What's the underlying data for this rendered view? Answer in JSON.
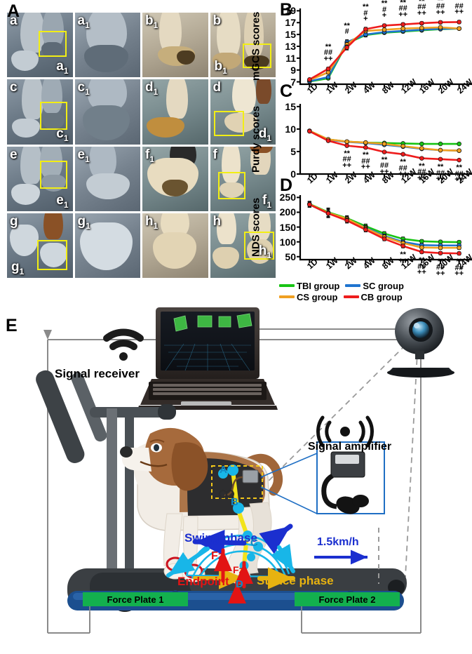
{
  "panels": {
    "A": "A",
    "B": "B",
    "C": "C",
    "D": "D",
    "E": "E"
  },
  "panelA": {
    "cells": [
      {
        "label": "a",
        "sub": "",
        "pos": "tl",
        "tone": "p-grey"
      },
      {
        "label": "a",
        "sub": "1",
        "pos": "tl",
        "tone": "p-grey2"
      },
      {
        "label": "b",
        "sub": "1",
        "pos": "tl",
        "tone": "p-tan"
      },
      {
        "label": "b",
        "sub": "",
        "pos": "tl",
        "tone": "p-tan"
      },
      {
        "label": "c",
        "sub": "",
        "pos": "tl",
        "tone": "p-grey"
      },
      {
        "label": "c",
        "sub": "1",
        "pos": "tl",
        "tone": "p-grey2"
      },
      {
        "label": "d",
        "sub": "1",
        "pos": "tl",
        "tone": "p-teal"
      },
      {
        "label": "d",
        "sub": "",
        "pos": "tl",
        "tone": "p-teal"
      },
      {
        "label": "e",
        "sub": "",
        "pos": "tl",
        "tone": "p-grey"
      },
      {
        "label": "e",
        "sub": "1",
        "pos": "tl",
        "tone": "p-grey2"
      },
      {
        "label": "f",
        "sub": "1",
        "pos": "tl",
        "tone": "p-teal"
      },
      {
        "label": "f",
        "sub": "",
        "pos": "tl",
        "tone": "p-teal"
      },
      {
        "label": "g",
        "sub": "",
        "pos": "tl",
        "tone": "p-grey"
      },
      {
        "label": "g",
        "sub": "1",
        "pos": "tl",
        "tone": "p-grey2"
      },
      {
        "label": "h",
        "sub": "1",
        "pos": "tl",
        "tone": "p-tan"
      },
      {
        "label": "h",
        "sub": "",
        "pos": "tl",
        "tone": "p-teal"
      }
    ],
    "inset_labels": [
      {
        "label": "a",
        "sub": "1"
      },
      {
        "label": "b",
        "sub": "1"
      },
      {
        "label": "c",
        "sub": "1"
      },
      {
        "label": "d",
        "sub": "1"
      },
      {
        "label": "e",
        "sub": "1"
      },
      {
        "label": "f",
        "sub": "1"
      },
      {
        "label": "g",
        "sub": "1"
      },
      {
        "label": "h",
        "sub": "1"
      }
    ],
    "highlight_color": "#f2ee14"
  },
  "legend": {
    "items": [
      {
        "name": "TBI group",
        "color": "#18c414"
      },
      {
        "name": "SC group",
        "color": "#1f74d0"
      },
      {
        "name": "CS group",
        "color": "#f0a022"
      },
      {
        "name": "CB group",
        "color": "#ee1c1c"
      }
    ]
  },
  "chart_data": [
    {
      "id": "B",
      "type": "line",
      "title": "B",
      "ylabel": "mGCS scores",
      "xlabel": "",
      "categories": [
        "1D",
        "1W",
        "2W",
        "4W",
        "8W",
        "12W",
        "16W",
        "20W",
        "24W"
      ],
      "yticks": [
        7,
        9,
        11,
        13,
        15,
        17,
        19
      ],
      "ylim": [
        6.6,
        19.4
      ],
      "grid": false,
      "series": [
        {
          "name": "TBI group",
          "color": "#18c414",
          "values": [
            7.05,
            7.6,
            13.5,
            14.9,
            15.3,
            15.5,
            15.7,
            15.9,
            16.0
          ],
          "err": [
            0.1,
            0.2,
            0.45,
            0.3,
            0.2,
            0.2,
            0.2,
            0.2,
            0.2
          ]
        },
        {
          "name": "SC group",
          "color": "#1f74d0",
          "values": [
            7.1,
            7.8,
            13.7,
            15.0,
            15.4,
            15.6,
            15.8,
            15.95,
            16.0
          ],
          "err": [
            0.1,
            0.2,
            0.4,
            0.3,
            0.2,
            0.2,
            0.2,
            0.2,
            0.2
          ]
        },
        {
          "name": "CS group",
          "color": "#f0a022",
          "values": [
            7.3,
            8.6,
            13.3,
            15.6,
            15.8,
            16.0,
            16.1,
            16.2,
            16.0
          ],
          "err": [
            0.1,
            0.25,
            0.4,
            0.3,
            0.2,
            0.2,
            0.2,
            0.2,
            0.2
          ]
        },
        {
          "name": "CB group",
          "color": "#ee1c1c",
          "values": [
            7.4,
            9.2,
            12.8,
            15.9,
            16.5,
            16.7,
            16.9,
            17.05,
            17.1
          ],
          "err": [
            0.1,
            0.25,
            0.4,
            0.3,
            0.25,
            0.25,
            0.25,
            0.25,
            0.25
          ]
        }
      ],
      "annotations": [
        {
          "x": "1W",
          "text": "**\n##\n++"
        },
        {
          "x": "2W",
          "text": "**\n#"
        },
        {
          "x": "4W",
          "text": "**\n#\n+"
        },
        {
          "x": "8W",
          "text": "**\n#\n+"
        },
        {
          "x": "12W",
          "text": "**\n##\n++"
        },
        {
          "x": "16W",
          "text": "**\n##\n++"
        },
        {
          "x": "20W",
          "text": "**\n##\n++"
        },
        {
          "x": "24W",
          "text": "**\n##\n++"
        }
      ]
    },
    {
      "id": "C",
      "type": "line",
      "title": "C",
      "ylabel": "Purdy scores",
      "xlabel": "",
      "categories": [
        "1D",
        "1W",
        "2W",
        "4W",
        "8W",
        "12W",
        "16W",
        "20W",
        "24W"
      ],
      "yticks": [
        0,
        5,
        10,
        15
      ],
      "ylim": [
        0,
        15.6
      ],
      "grid": false,
      "series": [
        {
          "name": "TBI group",
          "color": "#18c414",
          "values": [
            9.6,
            7.7,
            7.2,
            7.0,
            6.9,
            6.8,
            6.7,
            6.7,
            6.7
          ],
          "err": [
            0.25,
            0.2,
            0.2,
            0.2,
            0.2,
            0.2,
            0.2,
            0.2,
            0.2
          ]
        },
        {
          "name": "SC group",
          "color": "#1f74d0",
          "values": [
            9.55,
            7.6,
            7.15,
            6.9,
            6.5,
            6.1,
            5.6,
            5.3,
            5.2
          ],
          "err": [
            0.25,
            0.2,
            0.2,
            0.2,
            0.2,
            0.2,
            0.2,
            0.2,
            0.2
          ]
        },
        {
          "name": "CS group",
          "color": "#f0a022",
          "values": [
            9.6,
            7.7,
            7.2,
            7.0,
            6.7,
            6.2,
            5.7,
            5.3,
            5.2
          ],
          "err": [
            0.25,
            0.2,
            0.2,
            0.2,
            0.2,
            0.2,
            0.2,
            0.2,
            0.2
          ]
        },
        {
          "name": "CB group",
          "color": "#ee1c1c",
          "values": [
            9.5,
            7.4,
            6.3,
            5.9,
            4.9,
            4.4,
            3.5,
            3.3,
            3.1
          ],
          "err": [
            0.25,
            0.2,
            0.2,
            0.2,
            0.2,
            0.2,
            0.2,
            0.2,
            0.2
          ]
        }
      ],
      "annotations": [
        {
          "x": "2W",
          "text": "**\n##\n++"
        },
        {
          "x": "4W",
          "text": "**\n##\n++"
        },
        {
          "x": "8W",
          "text": "**\n##\n++"
        },
        {
          "x": "12W",
          "text": "**\n##\n++"
        },
        {
          "x": "16W",
          "text": "**\n##\n++"
        },
        {
          "x": "20W",
          "text": "**\n##\n++"
        },
        {
          "x": "24W",
          "text": "**\n##\n++"
        }
      ]
    },
    {
      "id": "D",
      "type": "line",
      "title": "D",
      "ylabel": "NDS scores",
      "xlabel": "",
      "categories": [
        "1D",
        "1W",
        "2W",
        "4W",
        "8W",
        "12W",
        "16W",
        "20W",
        "24W"
      ],
      "yticks": [
        50,
        100,
        150,
        200,
        250
      ],
      "ylim": [
        40,
        258
      ],
      "grid": false,
      "series": [
        {
          "name": "TBI group",
          "color": "#18c414",
          "values": [
            228,
            200,
            180,
            153,
            128,
            110,
            102,
            100,
            99
          ],
          "err": [
            9,
            14,
            8,
            7,
            6,
            6,
            5,
            5,
            5
          ]
        },
        {
          "name": "SC group",
          "color": "#1f74d0",
          "values": [
            226,
            196,
            176,
            148,
            120,
            100,
            89,
            88,
            88
          ],
          "err": [
            9,
            14,
            8,
            7,
            6,
            6,
            5,
            5,
            5
          ]
        },
        {
          "name": "CS group",
          "color": "#f0a022",
          "values": [
            227,
            198,
            178,
            146,
            117,
            96,
            81,
            80,
            80
          ],
          "err": [
            9,
            13,
            8,
            7,
            6,
            6,
            5,
            5,
            5
          ]
        },
        {
          "name": "CB group",
          "color": "#ee1c1c",
          "values": [
            226,
            196,
            172,
            141,
            110,
            86,
            66,
            62,
            61
          ],
          "err": [
            9,
            13,
            8,
            7,
            6,
            6,
            5,
            5,
            5
          ]
        }
      ],
      "annotations": [
        {
          "x": "12W",
          "text": "**\n++"
        },
        {
          "x": "16W",
          "text": "**\n##\n++"
        },
        {
          "x": "20W",
          "text": "**\n##\n++"
        },
        {
          "x": "24W",
          "text": "**\n##\n++"
        }
      ]
    }
  ],
  "panelE": {
    "signal_receiver": "Signal receiver",
    "signal_amplifier": "Signal amplifier",
    "swing_phase": "Swing phase",
    "stance_phase": "Stance phase",
    "endpoint": "Endpoint",
    "speed": "1.5km/h",
    "fz1": "Fz",
    "fz2": "Fz",
    "force_plate_1": "Force Plate 1",
    "force_plate_2": "Force Plate 2",
    "markers": [
      "A",
      "B",
      "C",
      "D"
    ],
    "colors": {
      "swing": "#1b2fcf",
      "stance": "#e8b310",
      "endpoint": "#e21414",
      "plate": "#13b04e",
      "treadmill_base": "#1c4f8f"
    }
  }
}
